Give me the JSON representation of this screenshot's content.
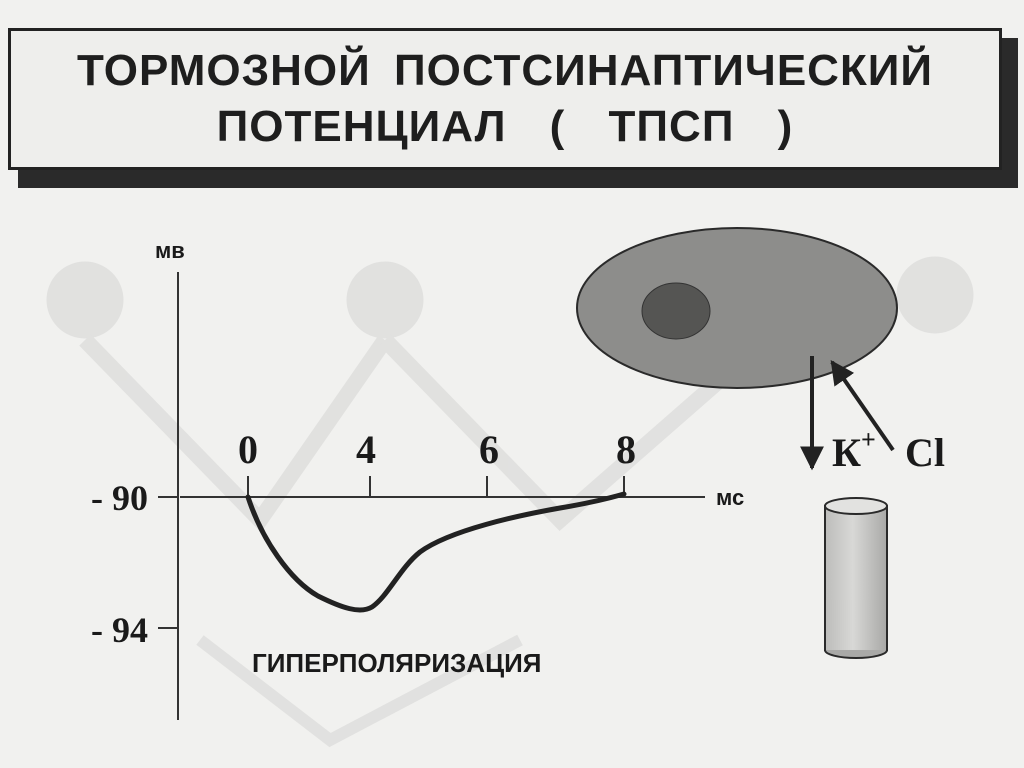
{
  "title": {
    "line1": "ТОРМОЗНОЙ ПОСТСИНАПТИЧЕСКИЙ",
    "line2": "ПОТЕНЦИАЛ ( ТПСП )"
  },
  "chart_data": {
    "type": "line",
    "ylabel": "мв",
    "xlabel": "мс",
    "x_ticks": [
      "0",
      "4",
      "6",
      "8"
    ],
    "y_ticks": [
      "- 90",
      "- 94"
    ],
    "annotation": "ГИПЕРПОЛЯРИЗАЦИЯ"
  },
  "ions": {
    "k": "К",
    "k_sup": "+",
    "cl": "Cl"
  }
}
